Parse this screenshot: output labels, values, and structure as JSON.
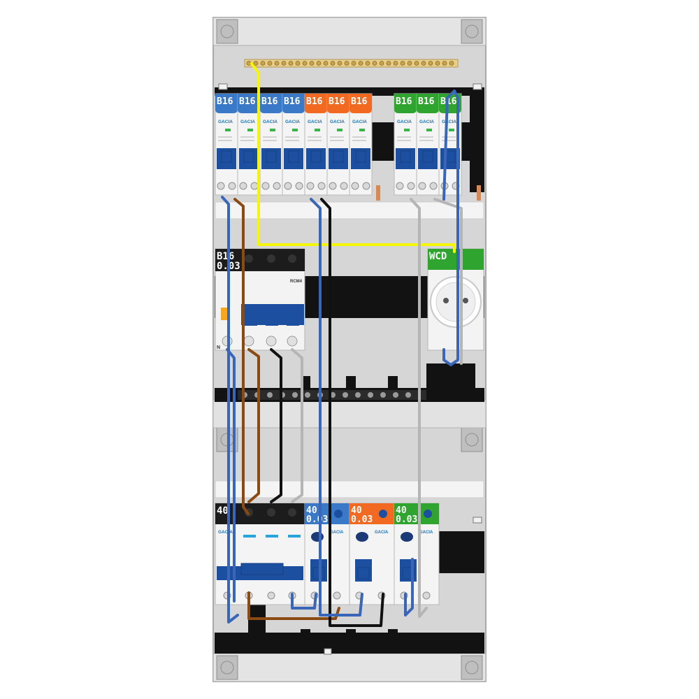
{
  "colors": {
    "blue": "#3a78c8",
    "orange": "#f26a21",
    "green": "#2fa52f",
    "black": "#1c1c1c",
    "rail": "#121212",
    "enclosure": "#d6d6d6",
    "wire_phase1": "#8a4a12",
    "wire_phase2": "#111111",
    "wire_phase3": "#b5b5b5",
    "wire_neutral": "#3a66b8",
    "wire_earth": "#f5f50a"
  },
  "brand": "GACIA",
  "top_row": {
    "breakers": [
      {
        "label": "B16",
        "color": "blue"
      },
      {
        "label": "B16",
        "color": "blue"
      },
      {
        "label": "B16",
        "color": "blue"
      },
      {
        "label": "B16",
        "color": "blue"
      },
      {
        "label": "B16",
        "color": "orange"
      },
      {
        "label": "B16",
        "color": "orange"
      },
      {
        "label": "B16",
        "color": "orange"
      },
      {
        "label": "B16",
        "color": "green"
      },
      {
        "label": "B16",
        "color": "green"
      },
      {
        "label": "B16",
        "color": "green"
      }
    ]
  },
  "middle_row": {
    "rcbo": {
      "label_line1": "B16",
      "label_line2": "0.03",
      "module_name": "RCM4",
      "color": "black"
    },
    "socket": {
      "label": "WCD",
      "color": "green"
    }
  },
  "bottom_row": {
    "main_switch": {
      "label": "40",
      "color": "black"
    },
    "rcds": [
      {
        "label_line1": "40",
        "label_line2": "0.03",
        "color": "blue"
      },
      {
        "label_line1": "40",
        "label_line2": "0.03",
        "color": "orange"
      },
      {
        "label_line1": "40",
        "label_line2": "0.03",
        "color": "green"
      }
    ]
  },
  "terminal_n_label": "N"
}
